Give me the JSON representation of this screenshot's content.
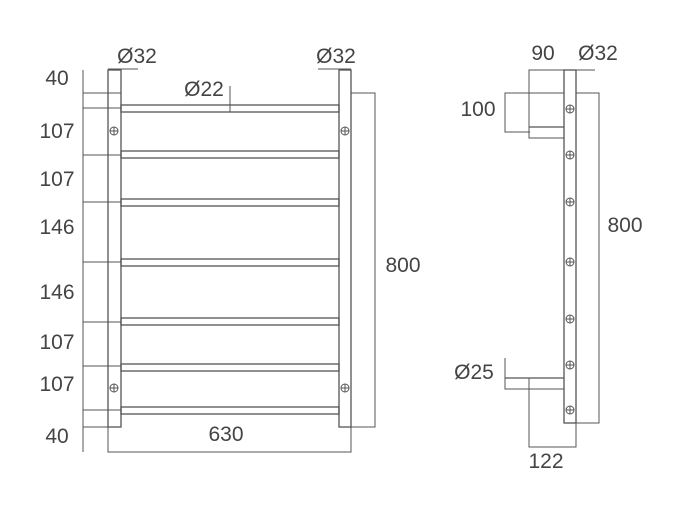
{
  "front_view": {
    "post_diameters": [
      "Ø32",
      "Ø32"
    ],
    "rail_diameter": "Ø22",
    "spacings": [
      "40",
      "107",
      "107",
      "146",
      "146",
      "107",
      "107",
      "40"
    ],
    "height": "800",
    "width": "630"
  },
  "side_view": {
    "projection": "90",
    "post_diameter": "Ø32",
    "bracket_height": "100",
    "height": "800",
    "bracket_diameter": "Ø25",
    "depth": "122"
  },
  "colors": {
    "line": "#555555",
    "text": "#444444"
  }
}
